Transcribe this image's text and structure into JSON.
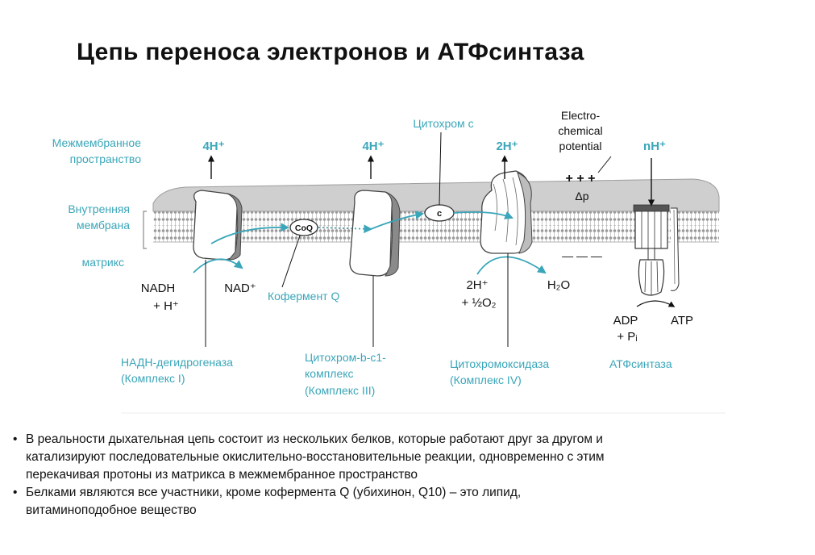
{
  "title": "Цепь переноса электронов и АТФсинтаза",
  "regions": {
    "intermembrane": [
      "Межмембранное",
      "пространство"
    ],
    "inner_membrane": [
      "Внутренняя",
      "мембрана"
    ],
    "matrix": "матрикс"
  },
  "protons": {
    "c1": "4H⁺",
    "c3": "4H⁺",
    "c4": "2H⁺",
    "atp": "nH⁺"
  },
  "carriers": {
    "coq": "CoQ",
    "cyt_c": "c",
    "cyt_c_label": "Цитохром с",
    "coq_label": "Кофермент Q"
  },
  "potential": {
    "lines": [
      "Electro-",
      "chemical",
      "potential"
    ],
    "plus": "+ + +",
    "minus": "— — —",
    "delta": "Δp"
  },
  "reactions": {
    "nadh_1": "NADH",
    "nadh_2": "+ H⁺",
    "nad": "NAD⁺",
    "o2_1": "2H⁺",
    "o2_2": "+ ½O₂",
    "h2o": "H₂O",
    "adp_1": "ADP",
    "adp_2": "+ Pᵢ",
    "atp": "ATP"
  },
  "complexes": {
    "c1": [
      "НАДН-дегидрогеназа",
      "(Комплекс I)"
    ],
    "c3": [
      "Цитохром-b-c1-",
      "комплекс",
      "(Комплекс III)"
    ],
    "c4": [
      "Цитохромоксидаза",
      "(Комплекс IV)"
    ],
    "atp": "АТФсинтаза"
  },
  "notes": [
    [
      "В реальности дыхательная цепь состоит из нескольких белков, которые работают друг за другом и",
      "катализируют последовательные окислительно-восстановительные реакции, одновременно с этим",
      "перекачивая протоны из матрикса в межмембранное пространство"
    ],
    [
      "Белками являются все участники, кроме кофермента Q (убихинон, Q10) – это липид,",
      "витаминоподобное вещество"
    ]
  ],
  "colors": {
    "accent": "#3aa6b9",
    "text": "#111111",
    "membrane_top": "#c9c9c9",
    "protein": "#ffffff"
  }
}
